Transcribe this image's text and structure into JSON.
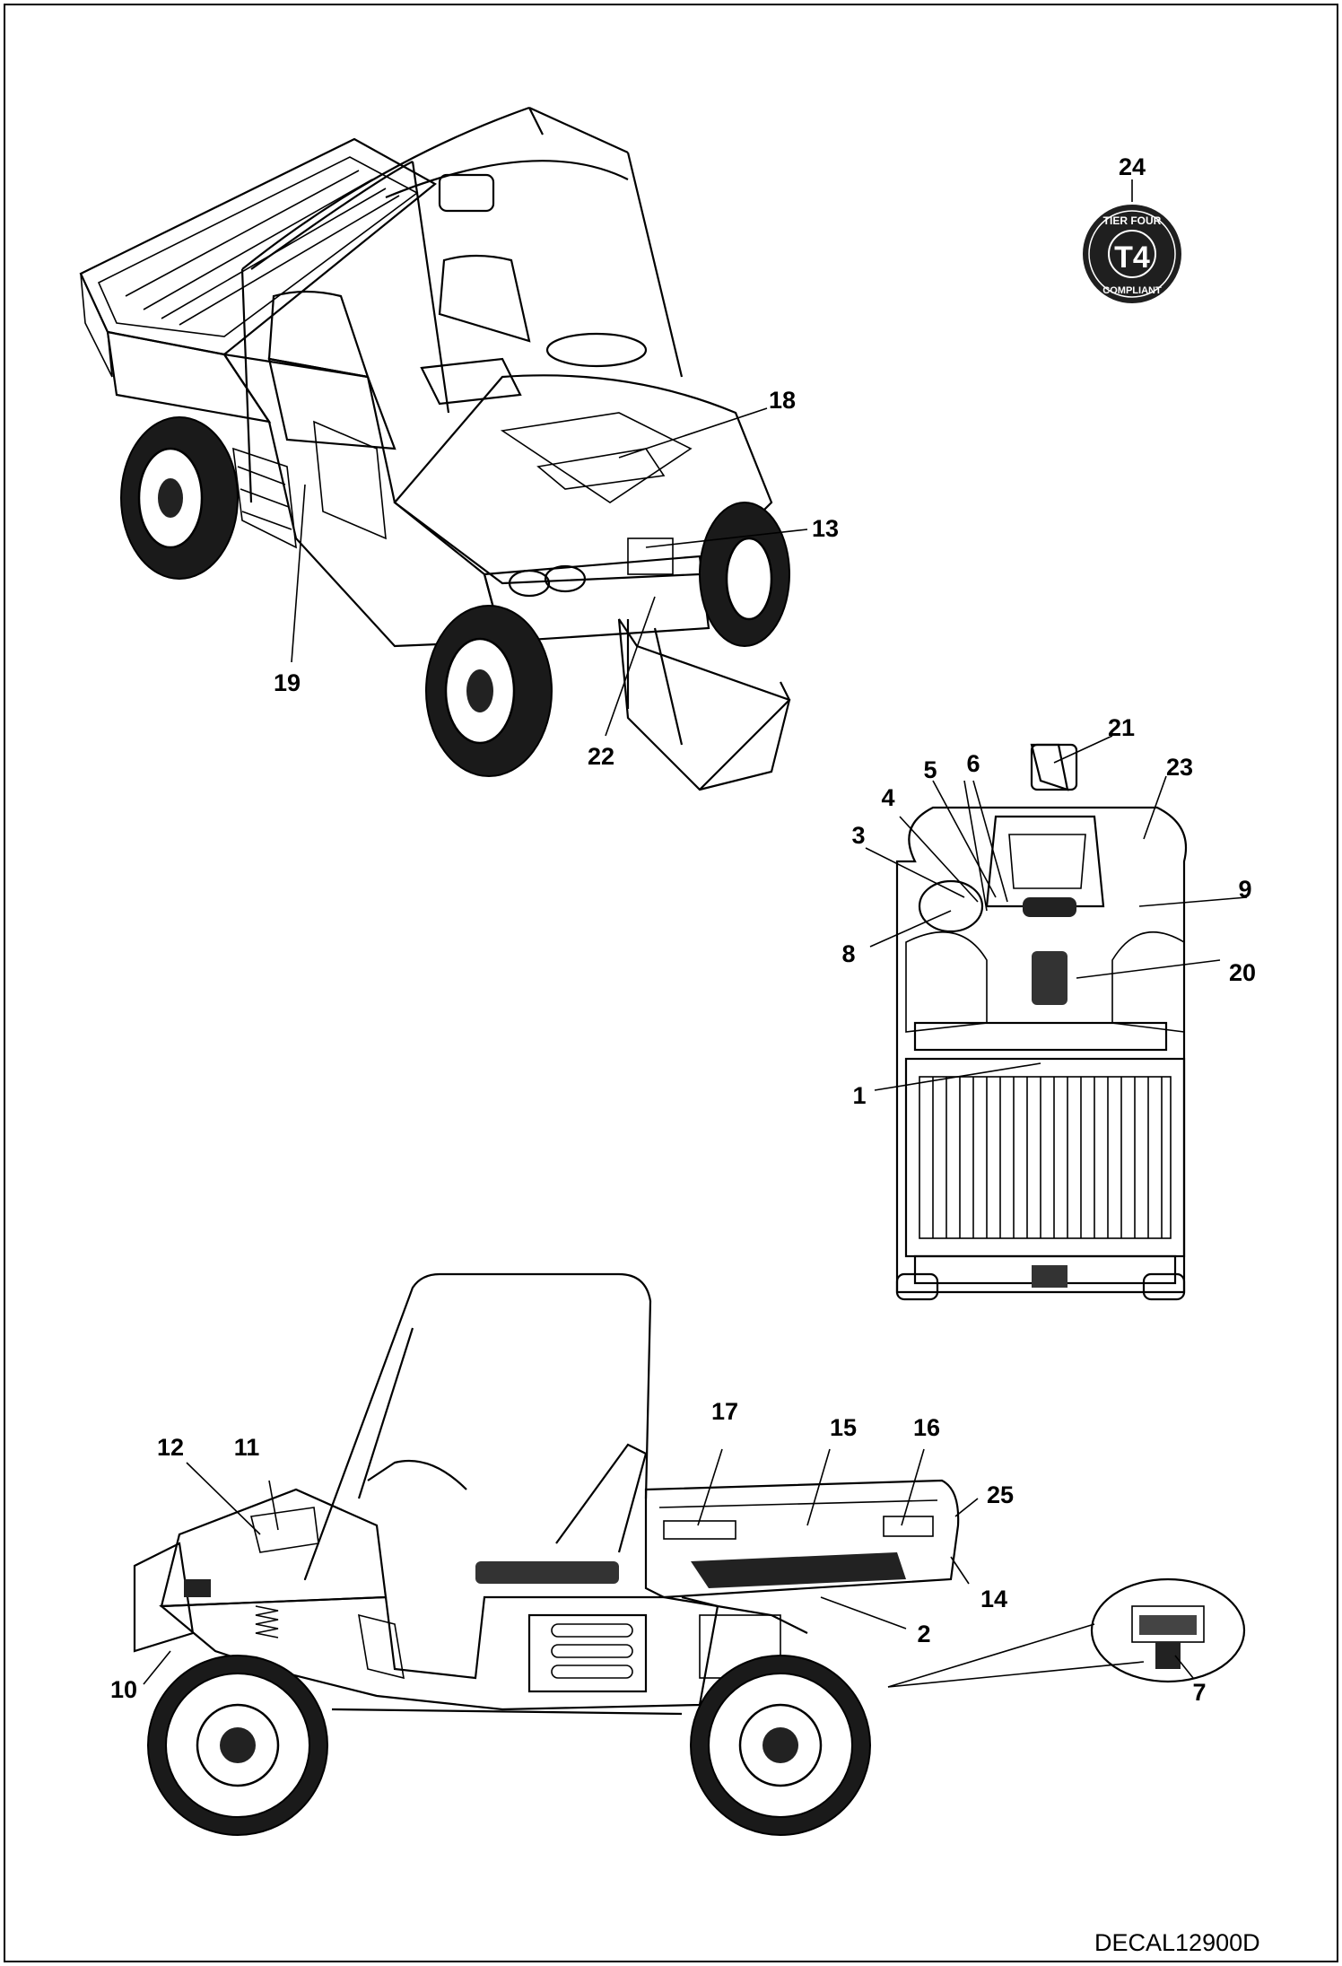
{
  "document_code": "DECAL12900D",
  "badge": {
    "callout": "24",
    "top_text": "TIER FOUR",
    "center_text": "T4",
    "bottom_text": "COMPLIANT",
    "color": "#1f1f1f"
  },
  "callouts": {
    "c1": "1",
    "c2": "2",
    "c3": "3",
    "c4": "4",
    "c5": "5",
    "c6": "6",
    "c7": "7",
    "c8": "8",
    "c9": "9",
    "c10": "10",
    "c11": "11",
    "c12": "12",
    "c13": "13",
    "c14": "14",
    "c15": "15",
    "c16": "16",
    "c17": "17",
    "c18": "18",
    "c19": "19",
    "c20": "20",
    "c21": "21",
    "c22": "22",
    "c23": "23",
    "c25": "25"
  },
  "views": [
    "isometric-front-view",
    "top-view",
    "side-view",
    "underside-detail"
  ]
}
